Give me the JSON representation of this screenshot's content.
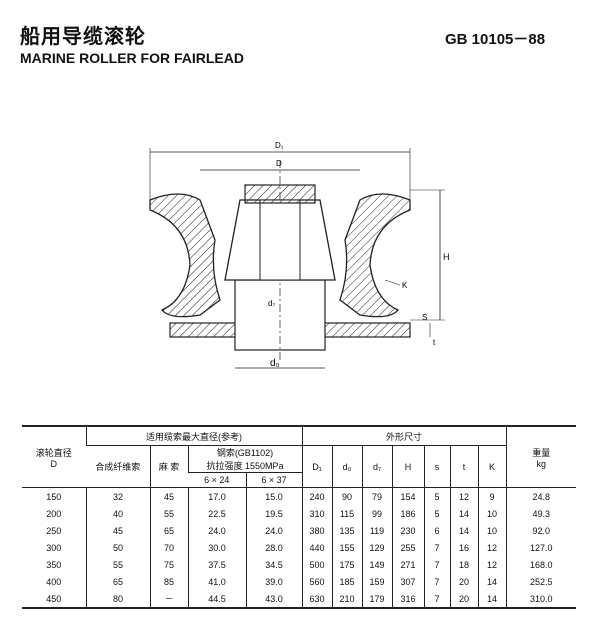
{
  "header": {
    "title_cn": "船用导缆滚轮",
    "title_en": "MARINE ROLLER FOR FAIRLEAD",
    "standard": "GB 10105－88"
  },
  "drawing_labels": {
    "D1": "D₁",
    "D": "D",
    "H": "H",
    "K": "K",
    "S": "S",
    "t": "t",
    "d7": "d₇",
    "d0": "d₀"
  },
  "table": {
    "h_roller_dia": "滚轮直径",
    "h_roller_D": "D",
    "h_rope_max": "适用缆索最大直径(参考)",
    "h_dims": "外形尺寸",
    "h_weight": "重量",
    "h_weight_unit": "kg",
    "h_steel_rope": "钢索(GB1102)",
    "h_synthetic": "合成纤维索",
    "h_hemp": "麻 索",
    "h_strength": "抗拉强度 1550MPa",
    "h_6x24": "6 × 24",
    "h_6x37": "6 × 37",
    "h_D1": "D₁",
    "h_d0": "d₀",
    "h_d7": "d₇",
    "h_H": "H",
    "h_s": "s",
    "h_t": "t",
    "h_K": "K",
    "rows": [
      [
        "150",
        "32",
        "45",
        "17.0",
        "15.0",
        "240",
        "90",
        "79",
        "154",
        "5",
        "12",
        "9",
        "24.8"
      ],
      [
        "200",
        "40",
        "55",
        "22.5",
        "19.5",
        "310",
        "115",
        "99",
        "186",
        "5",
        "14",
        "10",
        "49.3"
      ],
      [
        "250",
        "45",
        "65",
        "24.0",
        "24.0",
        "380",
        "135",
        "119",
        "230",
        "6",
        "14",
        "10",
        "92.0"
      ],
      [
        "300",
        "50",
        "70",
        "30.0",
        "28.0",
        "440",
        "155",
        "129",
        "255",
        "7",
        "16",
        "12",
        "127.0"
      ],
      [
        "350",
        "55",
        "75",
        "37.5",
        "34.5",
        "500",
        "175",
        "149",
        "271",
        "7",
        "18",
        "12",
        "168.0"
      ],
      [
        "400",
        "65",
        "85",
        "41.0",
        "39.0",
        "560",
        "185",
        "159",
        "307",
        "7",
        "20",
        "14",
        "252.5"
      ],
      [
        "450",
        "80",
        "－",
        "44.5",
        "43.0",
        "630",
        "210",
        "179",
        "316",
        "7",
        "20",
        "14",
        "310.0"
      ]
    ]
  }
}
